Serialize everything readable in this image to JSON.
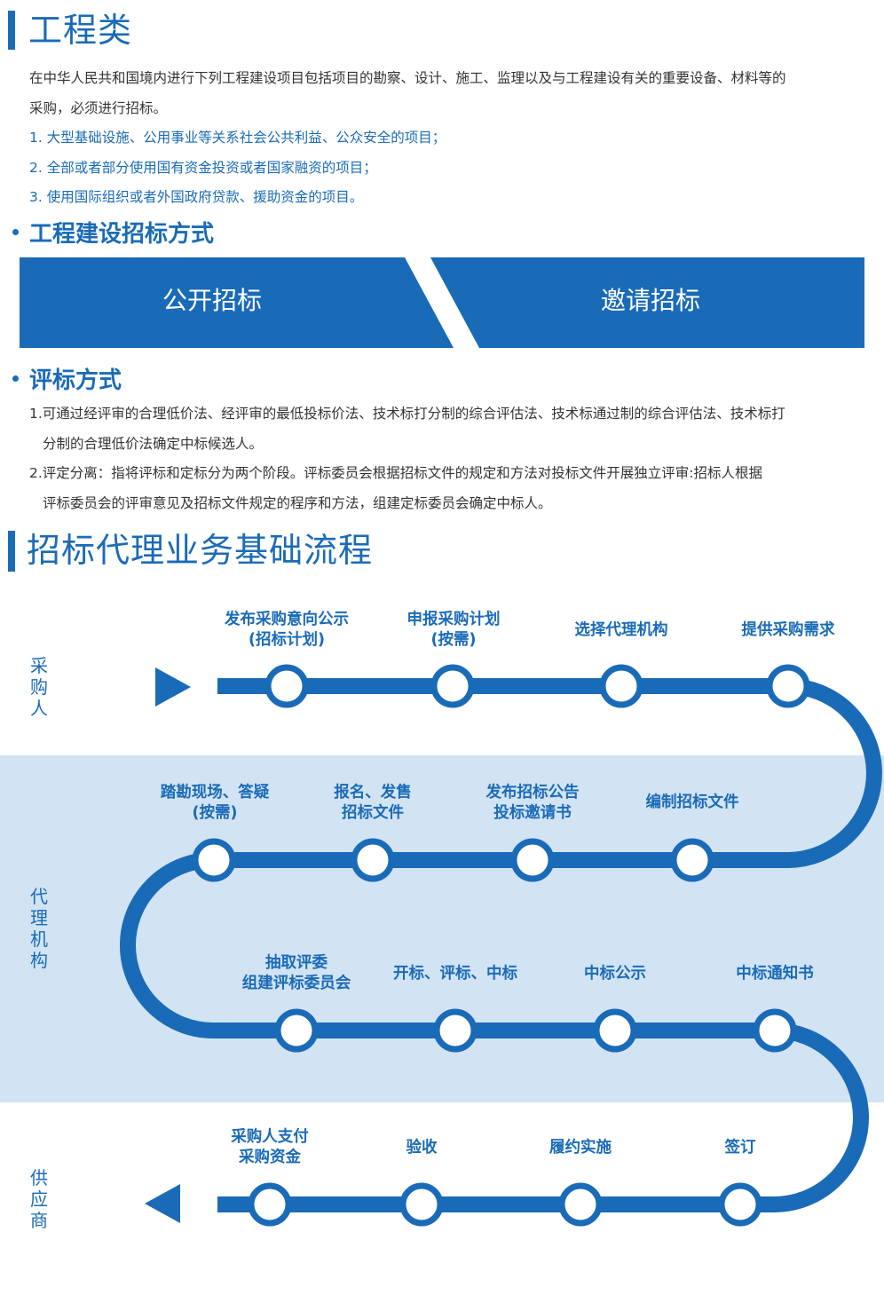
{
  "engineering": {
    "title": "工程类",
    "intro_line1": "在中华人民共和国境内进行下列工程建设项目包括项目的勘察、设计、施工、监理以及与工程建设有关的重要设备、材料等的",
    "intro_line2": "采购，必须进行招标。",
    "items": [
      "1. 大型基础设施、公用事业等关系社会公共利益、公众安全的项目；",
      "2. 全部或者部分使用国有资金投资或者国家融资的项目；",
      "3. 使用国际组织或者外国政府贷款、援助资金的项目。"
    ]
  },
  "bidding_methods": {
    "title": "工程建设招标方式",
    "left": "公开招标",
    "right": "邀请招标"
  },
  "evaluation": {
    "title": "评标方式",
    "item1_line1": "1.可通过经评审的合理低价法、经评审的最低投标价法、技术标打分制的综合评估法、技术标通过制的综合评估法、技术标打",
    "item1_line2": "分制的合理低价法确定中标候选人。",
    "item2_line1": "2.评定分离：指将评标和定标分为两个阶段。评标委员会根据招标文件的规定和方法对投标文件开展独立评审:招标人根据",
    "item2_line2": "评标委员会的评审意见及招标文件规定的程序和方法，组建定标委员会确定中标人。"
  },
  "process": {
    "title": "招标代理业务基础流程",
    "lanes": [
      "采购人",
      "代理机构",
      "供应商"
    ],
    "colors": {
      "primary": "#1a6bb7",
      "lane_bg": "#d2e3f3"
    },
    "row1": [
      [
        "发布采购意向公示",
        "(招标计划)"
      ],
      [
        "申报采购计划",
        "(按需)"
      ],
      [
        "选择代理机构"
      ],
      [
        "提供采购需求"
      ]
    ],
    "row2": [
      [
        "踏勘现场、答疑",
        "(按需)"
      ],
      [
        "报名、发售",
        "招标文件"
      ],
      [
        "发布招标公告",
        "投标邀请书"
      ],
      [
        "编制招标文件"
      ]
    ],
    "row3": [
      [
        "抽取评委",
        "组建评标委员会"
      ],
      [
        "开标、评标、中标"
      ],
      [
        "中标公示"
      ],
      [
        "中标通知书"
      ]
    ],
    "row4": [
      [
        "采购人支付",
        "采购资金"
      ],
      [
        "验收"
      ],
      [
        "履约实施"
      ],
      [
        "签订"
      ]
    ]
  }
}
